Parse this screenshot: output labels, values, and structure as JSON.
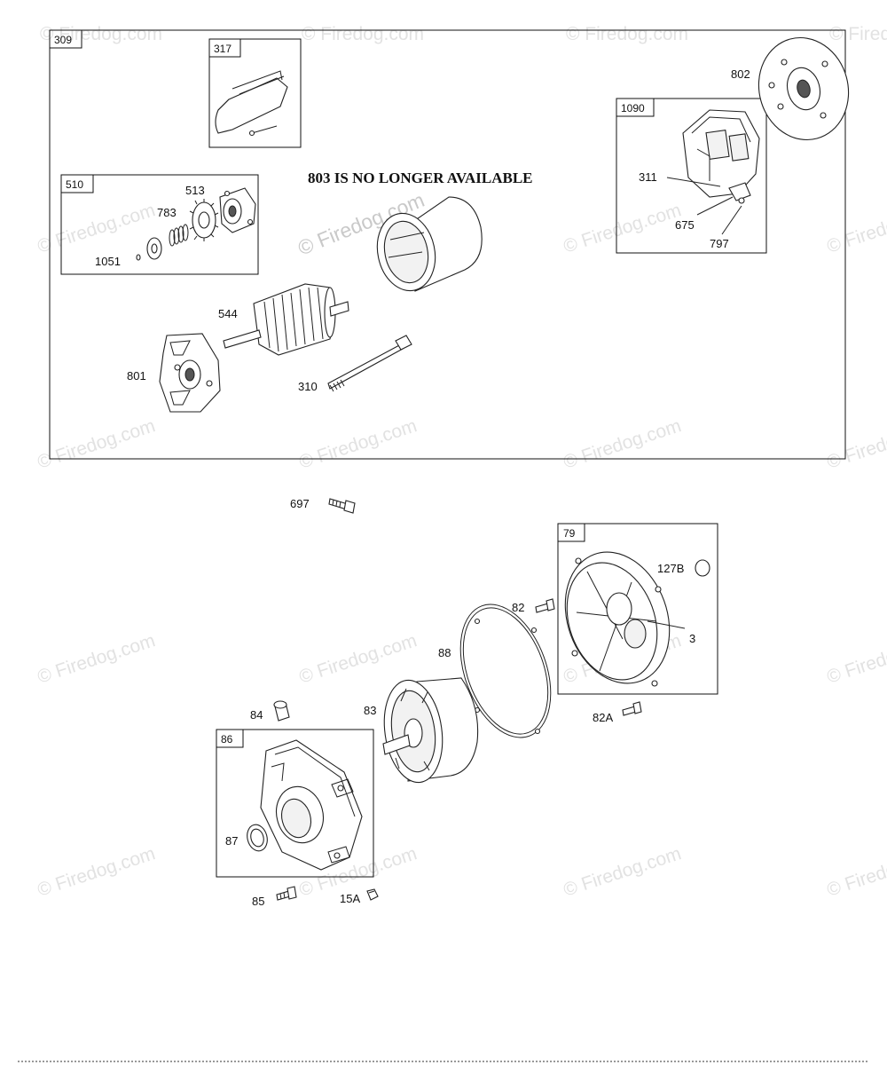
{
  "watermarks": {
    "text": "© Firedog.com"
  },
  "notice": "803 IS NO LONGER AVAILABLE",
  "assembly_tags": {
    "starter": "309",
    "brush_kit": "317",
    "drive_kit": "510",
    "end_cap_kit": "1090",
    "cover": "79",
    "housing": "86"
  },
  "callouts": {
    "p802": "802",
    "p311": "311",
    "p675": "675",
    "p797": "797",
    "p513": "513",
    "p783": "783",
    "p1051": "1051",
    "p544": "544",
    "p801": "801",
    "p310": "310",
    "p697": "697",
    "p127b": "127B",
    "p82": "82",
    "p3": "3",
    "p88": "88",
    "p82a": "82A",
    "p84": "84",
    "p83": "83",
    "p87": "87",
    "p85": "85",
    "p15a": "15A"
  },
  "colors": {
    "line": "#222222",
    "watermark": "#e2e2e2"
  }
}
